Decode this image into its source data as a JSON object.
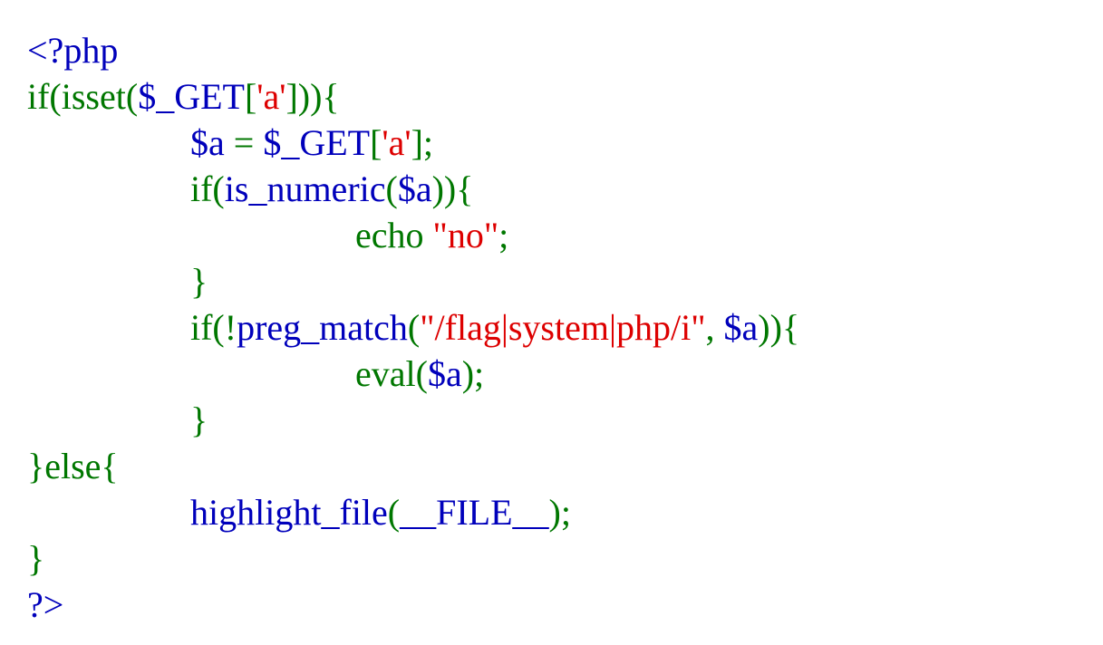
{
  "colors": {
    "default": "#0000BB",
    "keyword": "#007700",
    "string": "#DD0000"
  },
  "code": {
    "lines": [
      {
        "indent": 0,
        "tokens": [
          {
            "text": "<?php",
            "kind": "default"
          }
        ]
      },
      {
        "indent": 0,
        "tokens": [
          {
            "text": "if(isset(",
            "kind": "keyword"
          },
          {
            "text": "$_GET",
            "kind": "default"
          },
          {
            "text": "[",
            "kind": "keyword"
          },
          {
            "text": "'a'",
            "kind": "string"
          },
          {
            "text": "])){",
            "kind": "keyword"
          }
        ]
      },
      {
        "indent": 1,
        "tokens": [
          {
            "text": "$a ",
            "kind": "default"
          },
          {
            "text": "= ",
            "kind": "keyword"
          },
          {
            "text": "$_GET",
            "kind": "default"
          },
          {
            "text": "[",
            "kind": "keyword"
          },
          {
            "text": "'a'",
            "kind": "string"
          },
          {
            "text": "];",
            "kind": "keyword"
          }
        ]
      },
      {
        "indent": 1,
        "tokens": [
          {
            "text": "if(",
            "kind": "keyword"
          },
          {
            "text": "is_numeric",
            "kind": "default"
          },
          {
            "text": "(",
            "kind": "keyword"
          },
          {
            "text": "$a",
            "kind": "default"
          },
          {
            "text": ")){",
            "kind": "keyword"
          }
        ]
      },
      {
        "indent": 2,
        "tokens": [
          {
            "text": "echo ",
            "kind": "keyword"
          },
          {
            "text": "\"no\"",
            "kind": "string"
          },
          {
            "text": ";",
            "kind": "keyword"
          }
        ]
      },
      {
        "indent": 1,
        "tokens": [
          {
            "text": "}",
            "kind": "keyword"
          }
        ]
      },
      {
        "indent": 1,
        "tokens": [
          {
            "text": "if(!",
            "kind": "keyword"
          },
          {
            "text": "preg_match",
            "kind": "default"
          },
          {
            "text": "(",
            "kind": "keyword"
          },
          {
            "text": "\"/flag|system|php/i\"",
            "kind": "string"
          },
          {
            "text": ", ",
            "kind": "keyword"
          },
          {
            "text": "$a",
            "kind": "default"
          },
          {
            "text": ")){",
            "kind": "keyword"
          }
        ]
      },
      {
        "indent": 2,
        "tokens": [
          {
            "text": "eval(",
            "kind": "keyword"
          },
          {
            "text": "$a",
            "kind": "default"
          },
          {
            "text": ");",
            "kind": "keyword"
          }
        ]
      },
      {
        "indent": 1,
        "tokens": [
          {
            "text": "}",
            "kind": "keyword"
          }
        ]
      },
      {
        "indent": 0,
        "tokens": [
          {
            "text": "}else{",
            "kind": "keyword"
          }
        ]
      },
      {
        "indent": 1,
        "tokens": [
          {
            "text": "highlight_file",
            "kind": "default"
          },
          {
            "text": "(",
            "kind": "keyword"
          },
          {
            "text": "__FILE__",
            "kind": "default"
          },
          {
            "text": ");",
            "kind": "keyword"
          }
        ]
      },
      {
        "indent": 0,
        "tokens": [
          {
            "text": "}",
            "kind": "keyword"
          }
        ]
      },
      {
        "indent": 0,
        "tokens": [
          {
            "text": "?>",
            "kind": "default"
          }
        ]
      }
    ]
  }
}
